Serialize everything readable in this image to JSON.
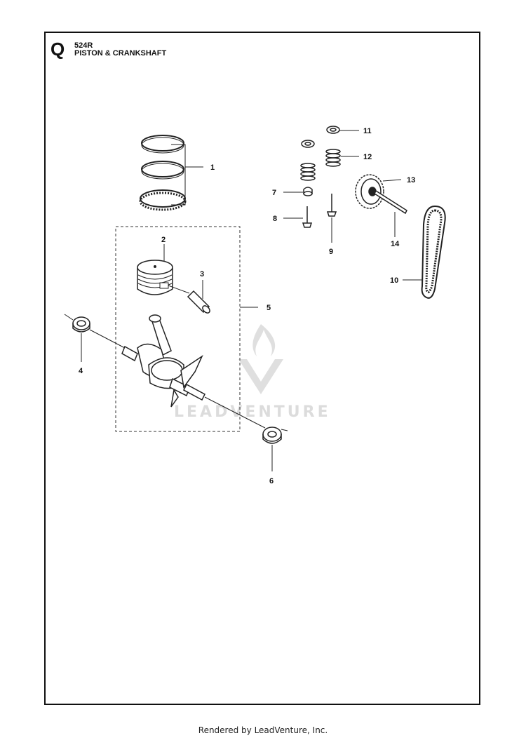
{
  "header": {
    "section_letter": "Q",
    "model": "524R",
    "title": "PISTON & CRANKSHAFT"
  },
  "callouts": {
    "c1": "1",
    "c2": "2",
    "c3": "3",
    "c4": "4",
    "c5": "5",
    "c6": "6",
    "c7": "7",
    "c8": "8",
    "c9": "9",
    "c10": "10",
    "c11": "11",
    "c12": "12",
    "c13": "13",
    "c14": "14"
  },
  "watermark": {
    "text": "LEADVENTURE"
  },
  "footer": {
    "text": "Rendered by LeadVenture, Inc."
  }
}
